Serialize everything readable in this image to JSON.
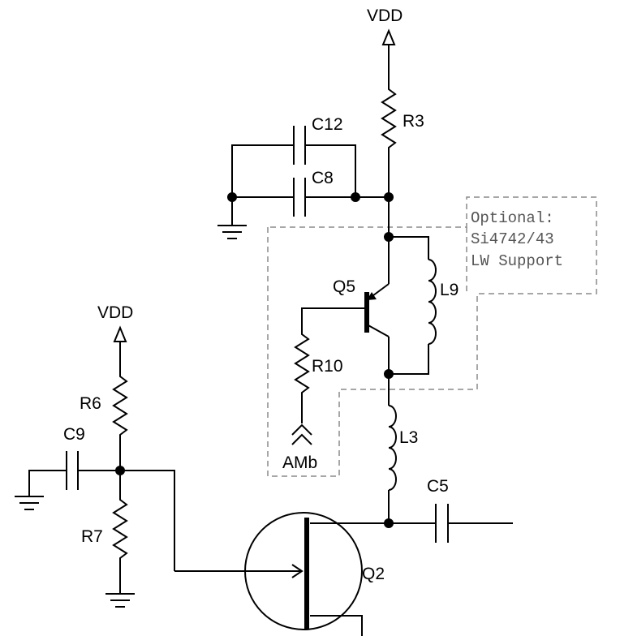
{
  "labels": {
    "vdd_top": "VDD",
    "vdd_left": "VDD",
    "r3": "R3",
    "c12": "C12",
    "c8": "C8",
    "q5": "Q5",
    "l9": "L9",
    "r10": "R10",
    "amb": "AMb",
    "l3": "L3",
    "c5": "C5",
    "q2": "Q2",
    "r6": "R6",
    "c9": "C9",
    "r7": "R7"
  },
  "note": {
    "line1": "Optional:",
    "line2": "Si4742/43",
    "line3": "LW Support"
  }
}
